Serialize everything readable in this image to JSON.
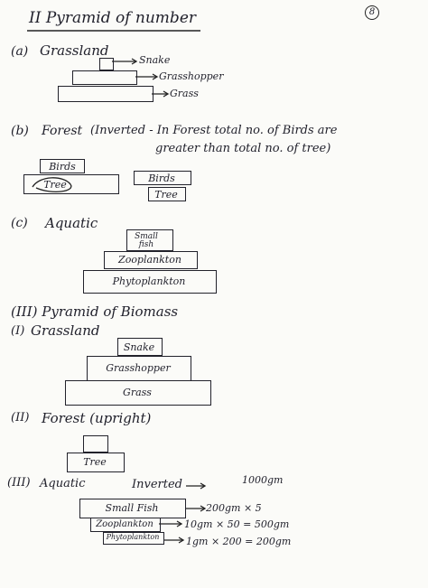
{
  "page_number": "8",
  "heading": "II Pyramid of number",
  "sections": {
    "a": {
      "marker": "(a)",
      "title": "Grassland",
      "labels": [
        "Snake",
        "Grasshopper",
        "Grass"
      ]
    },
    "b": {
      "marker": "(b)",
      "title": "Forest",
      "note_line1": "(Inverted - In Forest total no. of Birds are",
      "note_line2": "greater than total no. of tree)",
      "left_top": "Birds",
      "left_bottom": "Tree",
      "right_top": "Birds",
      "right_bottom": "Tree"
    },
    "c": {
      "marker": "(c)",
      "title": "Aquatic",
      "top": "Small fish",
      "middle": "Zooplankton",
      "bottom": "Phytoplankton"
    }
  },
  "biomass": {
    "heading": "(III) Pyramid of Biomass",
    "grassland": {
      "marker": "(I)",
      "title": "Grassland",
      "top": "Snake",
      "middle": "Grasshopper",
      "bottom": "Grass"
    },
    "forest": {
      "marker": "(II)",
      "title": "Forest (upright)",
      "box": "Tree"
    },
    "aquatic": {
      "marker": "(III)",
      "title": "Aquatic",
      "arrow": "→",
      "type": "Inverted",
      "top_value": "1000gm",
      "levels": [
        "Small Fish",
        "Zooplankton",
        "Phytoplankton"
      ],
      "calcs": [
        "200gm × 5",
        "10gm × 50 = 500gm",
        "1gm × 200 = 200gm"
      ]
    }
  }
}
